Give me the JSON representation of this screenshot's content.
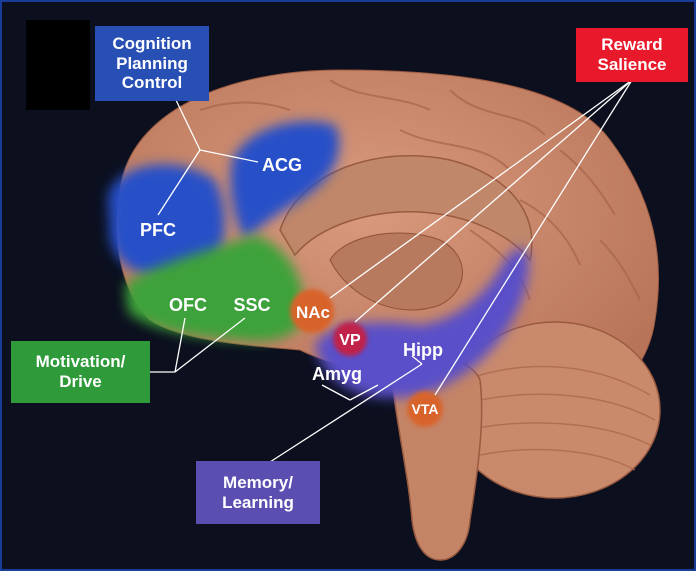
{
  "colors": {
    "background": "#0b0f1e",
    "brain": "#cf8e72",
    "cognition": "#2850b4",
    "motivation": "#2f9a3a",
    "memory": "#5a4fb0",
    "reward": "#e8192a",
    "nucleus": "#d8642a",
    "vp": "#c02040"
  },
  "categories": {
    "cognition": {
      "lines": [
        "Cognition",
        "Planning",
        "Control"
      ]
    },
    "reward": {
      "lines": [
        "Reward",
        "Salience"
      ]
    },
    "motivation": {
      "lines": [
        "Motivation/",
        "Drive"
      ]
    },
    "memory": {
      "lines": [
        "Memory/",
        "Learning"
      ]
    }
  },
  "regions": {
    "acg": "ACG",
    "pfc": "PFC",
    "ofc": "OFC",
    "ssc": "SSC",
    "nac": "NAc",
    "vp": "VP",
    "hipp": "Hipp",
    "amyg": "Amyg",
    "vta": "VTA"
  }
}
